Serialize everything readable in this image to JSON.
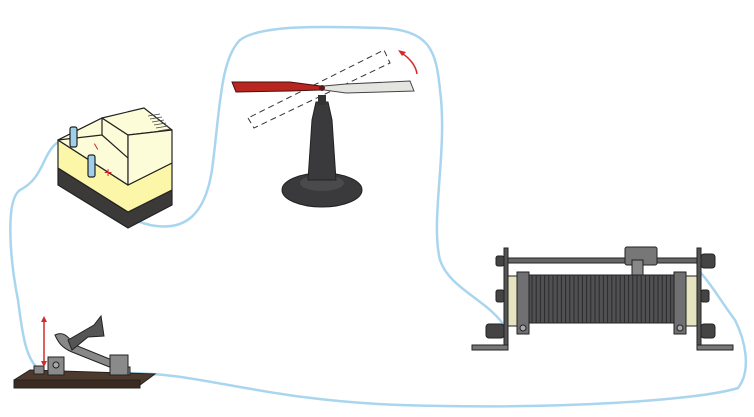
{
  "diagram": {
    "power_supply": {
      "negative_label": "−",
      "positive_label": "+"
    },
    "colors": {
      "wire": "#a9d6ee",
      "needle_north": "#b8261f",
      "needle_south": "#e4e4e0",
      "stand": "#3a3a3c",
      "arrow": "#d42a2a",
      "supply_top": "#fdfcc0",
      "base_wood": "#4d3a2c",
      "coil": "#505052"
    },
    "components": [
      "power-supply",
      "magnetic-needle",
      "rheostat",
      "switch"
    ]
  }
}
